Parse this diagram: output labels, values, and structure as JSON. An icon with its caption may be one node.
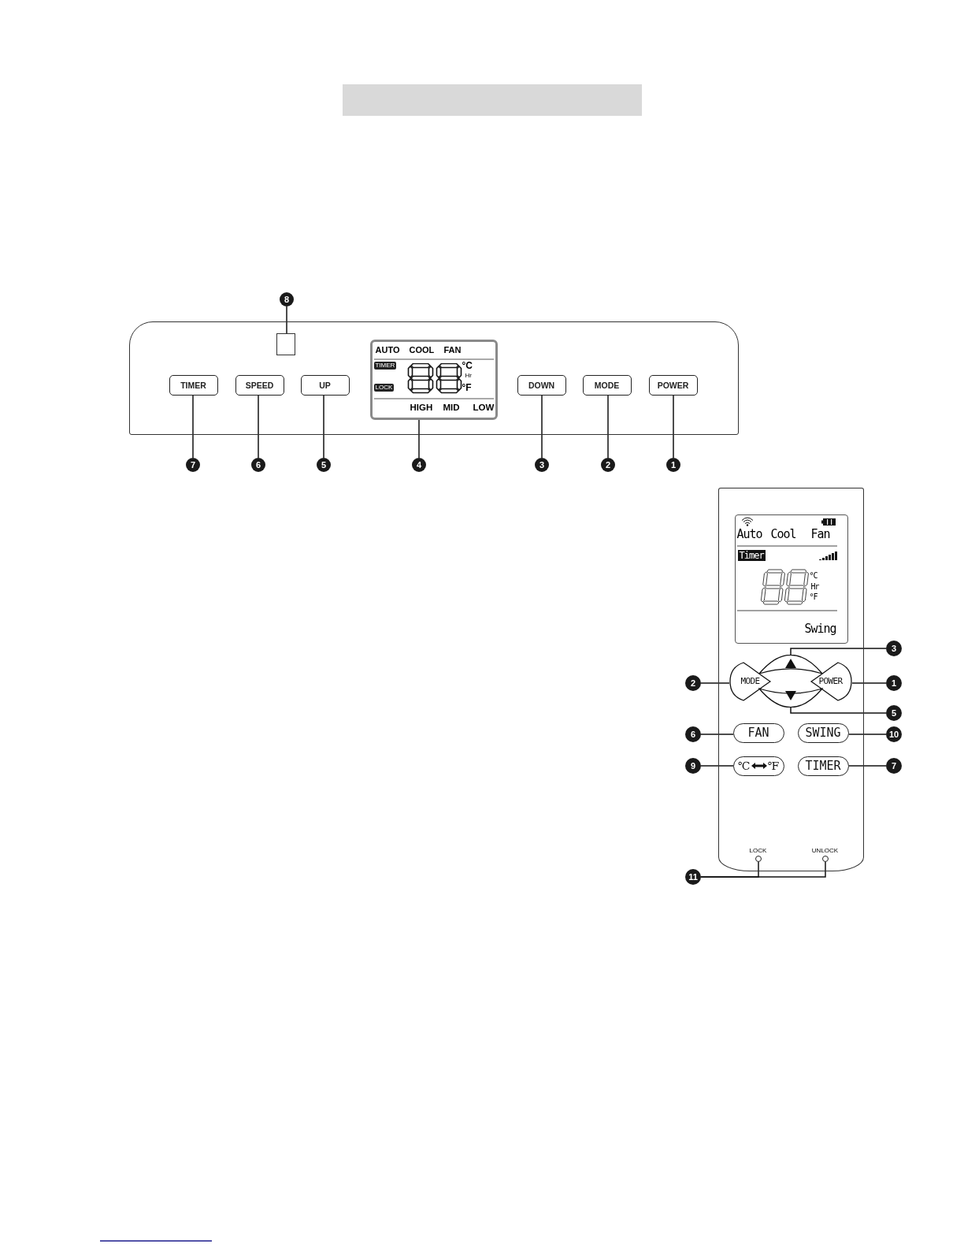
{
  "diagram": {
    "nodes": [
      {
        "text": [],
        "shape": "box"
      },
      {
        "text": [],
        "shape": "box",
        "in": 0
      },
      {
        "text": [
          "TIMER"
        ],
        "in": 0
      },
      {
        "text": [
          "SPEED"
        ],
        "in": 0
      },
      {
        "text": [
          "UP"
        ],
        "in": 0
      },
      {
        "text": [
          "AUTO",
          "COOL",
          "FAN",
          "TIMER",
          "LOCK",
          "°C",
          "Hr",
          "°F",
          "HIGH",
          "MID",
          "LOW"
        ],
        "in": 0
      },
      {
        "text": [
          "DOWN"
        ],
        "in": 0
      },
      {
        "text": [
          "MODE"
        ],
        "in": 0
      },
      {
        "text": [
          "POWER"
        ],
        "in": 0
      },
      {
        "text": [
          "8"
        ]
      },
      {
        "text": [
          "7"
        ]
      },
      {
        "text": [
          "6"
        ]
      },
      {
        "text": [
          "5"
        ]
      },
      {
        "text": [
          "4"
        ]
      },
      {
        "text": [
          "3"
        ]
      },
      {
        "text": [
          "2"
        ]
      },
      {
        "text": [
          "1"
        ]
      },
      {
        "text": [],
        "shape": "box"
      },
      {
        "text": [
          "Auto",
          "Cool",
          "Fan",
          "Timer",
          "°C",
          "Hr",
          "°F",
          "Swing"
        ],
        "in": 17
      },
      {
        "text": [],
        "shape": "button",
        "in": 17
      },
      {
        "text": [
          "MODE"
        ],
        "in": 17
      },
      {
        "text": [
          "POWER"
        ],
        "in": 17
      },
      {
        "text": [],
        "shape": "button",
        "in": 17
      },
      {
        "text": [
          "FAN"
        ],
        "in": 17
      },
      {
        "text": [
          "SWING"
        ],
        "in": 17
      },
      {
        "text": [
          "℃",
          "℉"
        ],
        "in": 17
      },
      {
        "text": [
          "TIMER"
        ],
        "in": 17
      },
      {
        "text": [],
        "shape": "circle",
        "in": 17,
        "beside": [
          "LOCK"
        ]
      },
      {
        "text": [],
        "shape": "circle",
        "in": 17,
        "beside": [
          "UNLOCK"
        ]
      },
      {
        "text": [
          "3"
        ]
      },
      {
        "text": [
          "2"
        ]
      },
      {
        "text": [
          "1"
        ]
      },
      {
        "text": [
          "5"
        ]
      },
      {
        "text": [
          "6"
        ]
      },
      {
        "text": [
          "10"
        ]
      },
      {
        "text": [
          "9"
        ]
      },
      {
        "text": [
          "7"
        ]
      },
      {
        "text": [
          "11"
        ]
      },
      {
        "text": [],
        "shape": "bar"
      }
    ],
    "edges": [
      {
        "from": 9,
        "to": 1,
        "arrow": "none"
      },
      {
        "from": 10,
        "to": 2,
        "arrow": "none"
      },
      {
        "from": 11,
        "to": 3,
        "arrow": "none"
      },
      {
        "from": 12,
        "to": 4,
        "arrow": "none"
      },
      {
        "from": 13,
        "to": 5,
        "arrow": "none"
      },
      {
        "from": 14,
        "to": 6,
        "arrow": "none"
      },
      {
        "from": 15,
        "to": 7,
        "arrow": "none"
      },
      {
        "from": 16,
        "to": 8,
        "arrow": "none"
      },
      {
        "from": 29,
        "to": 19,
        "arrow": "none"
      },
      {
        "from": 30,
        "to": 20,
        "arrow": "none"
      },
      {
        "from": 31,
        "to": 21,
        "arrow": "none"
      },
      {
        "from": 32,
        "to": 22,
        "arrow": "none"
      },
      {
        "from": 33,
        "to": 23,
        "arrow": "none"
      },
      {
        "from": 34,
        "to": 24,
        "arrow": "none"
      },
      {
        "from": 35,
        "to": 25,
        "arrow": "none"
      },
      {
        "from": 36,
        "to": 26,
        "arrow": "none"
      },
      {
        "from": 37,
        "to": 27,
        "arrow": "none"
      },
      {
        "from": 37,
        "to": 28,
        "arrow": "none"
      }
    ]
  }
}
